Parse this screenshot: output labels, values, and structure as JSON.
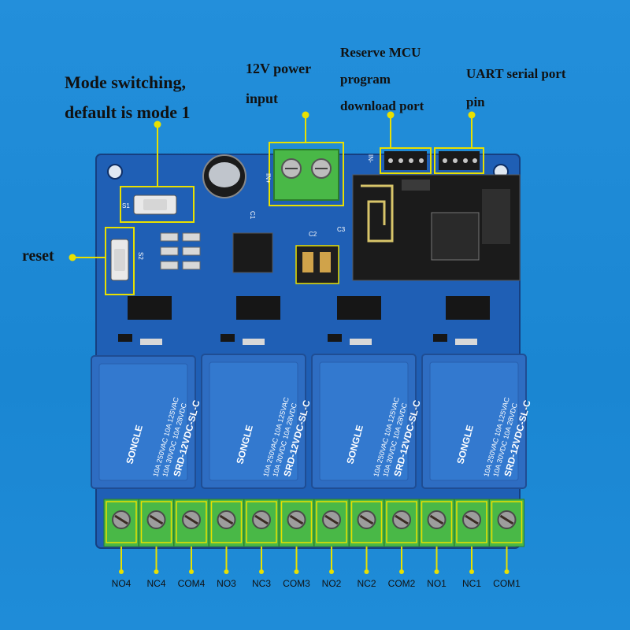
{
  "annotations": {
    "mode_switching": [
      "Mode switching,",
      "default is mode 1"
    ],
    "power_input": [
      "12V power",
      "input"
    ],
    "mcu_port": [
      "Reserve MCU",
      "program",
      "download port"
    ],
    "uart": [
      "UART serial port",
      "pin"
    ],
    "reset": "reset"
  },
  "terminal_labels": [
    "NO4",
    "NC4",
    "COM4",
    "NO3",
    "NC3",
    "COM3",
    "NO2",
    "NC2",
    "COM2",
    "NO1",
    "NC1",
    "COM1"
  ],
  "relays": [
    {
      "brand": "SONGLE",
      "model": "SRD-12VDC-SL-C",
      "rating_1": "10A 250VAC  10A 125VAC",
      "rating_2": "10A  30VDC  10A  28VDC"
    },
    {
      "brand": "SONGLE",
      "model": "SRD-12VDC-SL-C",
      "rating_1": "10A 250VAC  10A 125VAC",
      "rating_2": "10A  30VDC  10A  28VDC"
    },
    {
      "brand": "SONGLE",
      "model": "SRD-12VDC-SL-C",
      "rating_1": "10A 250VAC  10A 125VAC",
      "rating_2": "10A  30VDC  10A  28VDC"
    },
    {
      "brand": "SONGLE",
      "model": "SRD-12VDC-SL-C",
      "rating_1": "10A 250VAC  10A 125VAC",
      "rating_2": "10A  30VDC  10A  28VDC"
    }
  ],
  "silkscreen": {
    "s1": "S1",
    "s2": "S2",
    "c1": "C1",
    "in_plus": "IN+",
    "in_minus": "IN-",
    "c2": "C2",
    "c3": "C3"
  },
  "colors": {
    "background": "#1c8ad6",
    "pcb": "#1f5fb5",
    "highlight": "#e8e000",
    "terminal": "#49b847",
    "relay": "#2e6dc2",
    "header": "#1a1a1a"
  }
}
